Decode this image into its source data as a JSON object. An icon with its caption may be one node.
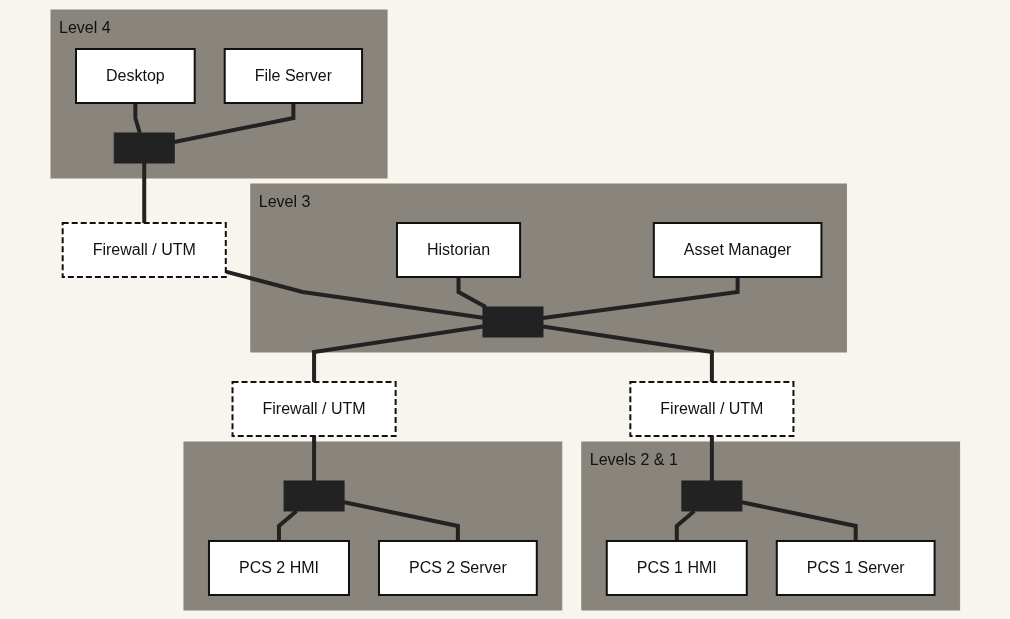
{
  "diagram": {
    "nodes": [
      {
        "text": [
          "Level 4"
        ]
      },
      {
        "text": [
          "Desktop"
        ],
        "in": 0
      },
      {
        "text": [
          "File Server"
        ],
        "in": 0
      },
      {
        "text": [],
        "shape": "bar",
        "in": 0
      },
      {
        "text": [
          "Firewall / UTM"
        ]
      },
      {
        "text": [
          "Level 3"
        ]
      },
      {
        "text": [
          "Historian"
        ],
        "in": 5
      },
      {
        "text": [
          "Asset Manager"
        ],
        "in": 5
      },
      {
        "text": [],
        "shape": "bar",
        "in": 5
      },
      {
        "text": [
          "Firewall / UTM"
        ]
      },
      {
        "text": [
          "Firewall / UTM"
        ]
      },
      {
        "text": [
          "Levels 2 & 1"
        ]
      },
      {
        "text": [],
        "shape": "bar",
        "in": 11
      },
      {
        "text": [
          "PCS 1 HMI"
        ],
        "in": 11
      },
      {
        "text": [
          "PCS 1 Server"
        ],
        "in": 11
      },
      {
        "text": [],
        "shape": "box"
      },
      {
        "text": [],
        "shape": "bar",
        "in": 15
      },
      {
        "text": [
          "PCS 2 HMI"
        ],
        "in": 15
      },
      {
        "text": [
          "PCS 2 Server"
        ],
        "in": 15
      }
    ],
    "edges": [
      {
        "from": 1,
        "to": 3,
        "arrow": "none"
      },
      {
        "from": 2,
        "to": 3,
        "arrow": "none"
      },
      {
        "from": 3,
        "to": 4,
        "arrow": "none"
      },
      {
        "from": 4,
        "to": 8,
        "arrow": "none"
      },
      {
        "from": 6,
        "to": 8,
        "arrow": "none"
      },
      {
        "from": 7,
        "to": 8,
        "arrow": "none"
      },
      {
        "from": 8,
        "to": 9,
        "arrow": "none"
      },
      {
        "from": 8,
        "to": 10,
        "arrow": "none"
      },
      {
        "from": 9,
        "to": 12,
        "arrow": "none"
      },
      {
        "from": 10,
        "to": 16,
        "arrow": "none"
      },
      {
        "from": 12,
        "to": 13,
        "arrow": "none"
      },
      {
        "from": 12,
        "to": 14,
        "arrow": "none"
      },
      {
        "from": 16,
        "to": 17,
        "arrow": "none"
      },
      {
        "from": 16,
        "to": 18,
        "arrow": "none"
      }
    ]
  }
}
